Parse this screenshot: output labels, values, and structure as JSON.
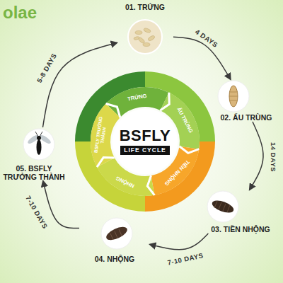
{
  "diagram": {
    "nodes": [
      {
        "text": [
          "01. TRỨNG"
        ]
      },
      {
        "text": [
          "02. ẤU TRÙNG"
        ]
      },
      {
        "text": [
          "03. TIỀN NHỘNG"
        ]
      },
      {
        "text": [
          "04. NHỘNG"
        ]
      },
      {
        "text": [
          "05. BSFLY TRƯỞNG THÀNH"
        ]
      },
      {
        "text": [
          "BSFLY",
          "LIFE CYCLE"
        ]
      }
    ],
    "edges": [
      {
        "from": 0,
        "to": 1,
        "label": "4 DAYS",
        "arrow": "to"
      },
      {
        "from": 1,
        "to": 2,
        "label": "14 DAYS",
        "arrow": "to"
      },
      {
        "from": 2,
        "to": 3,
        "label": "7-10 DAYS",
        "arrow": "to"
      },
      {
        "from": 3,
        "to": 4,
        "label": "7-10 DAYS",
        "arrow": "to"
      },
      {
        "from": 4,
        "to": 0,
        "label": "5-8 DAYS",
        "arrow": "to"
      }
    ],
    "labels": [
      "olae",
      "TRỨNG",
      "ẤU TRÙNG",
      "TIỀN NHỘNG",
      "NHỘNG",
      "BSFLY TRƯỞNG THÀNH"
    ]
  }
}
